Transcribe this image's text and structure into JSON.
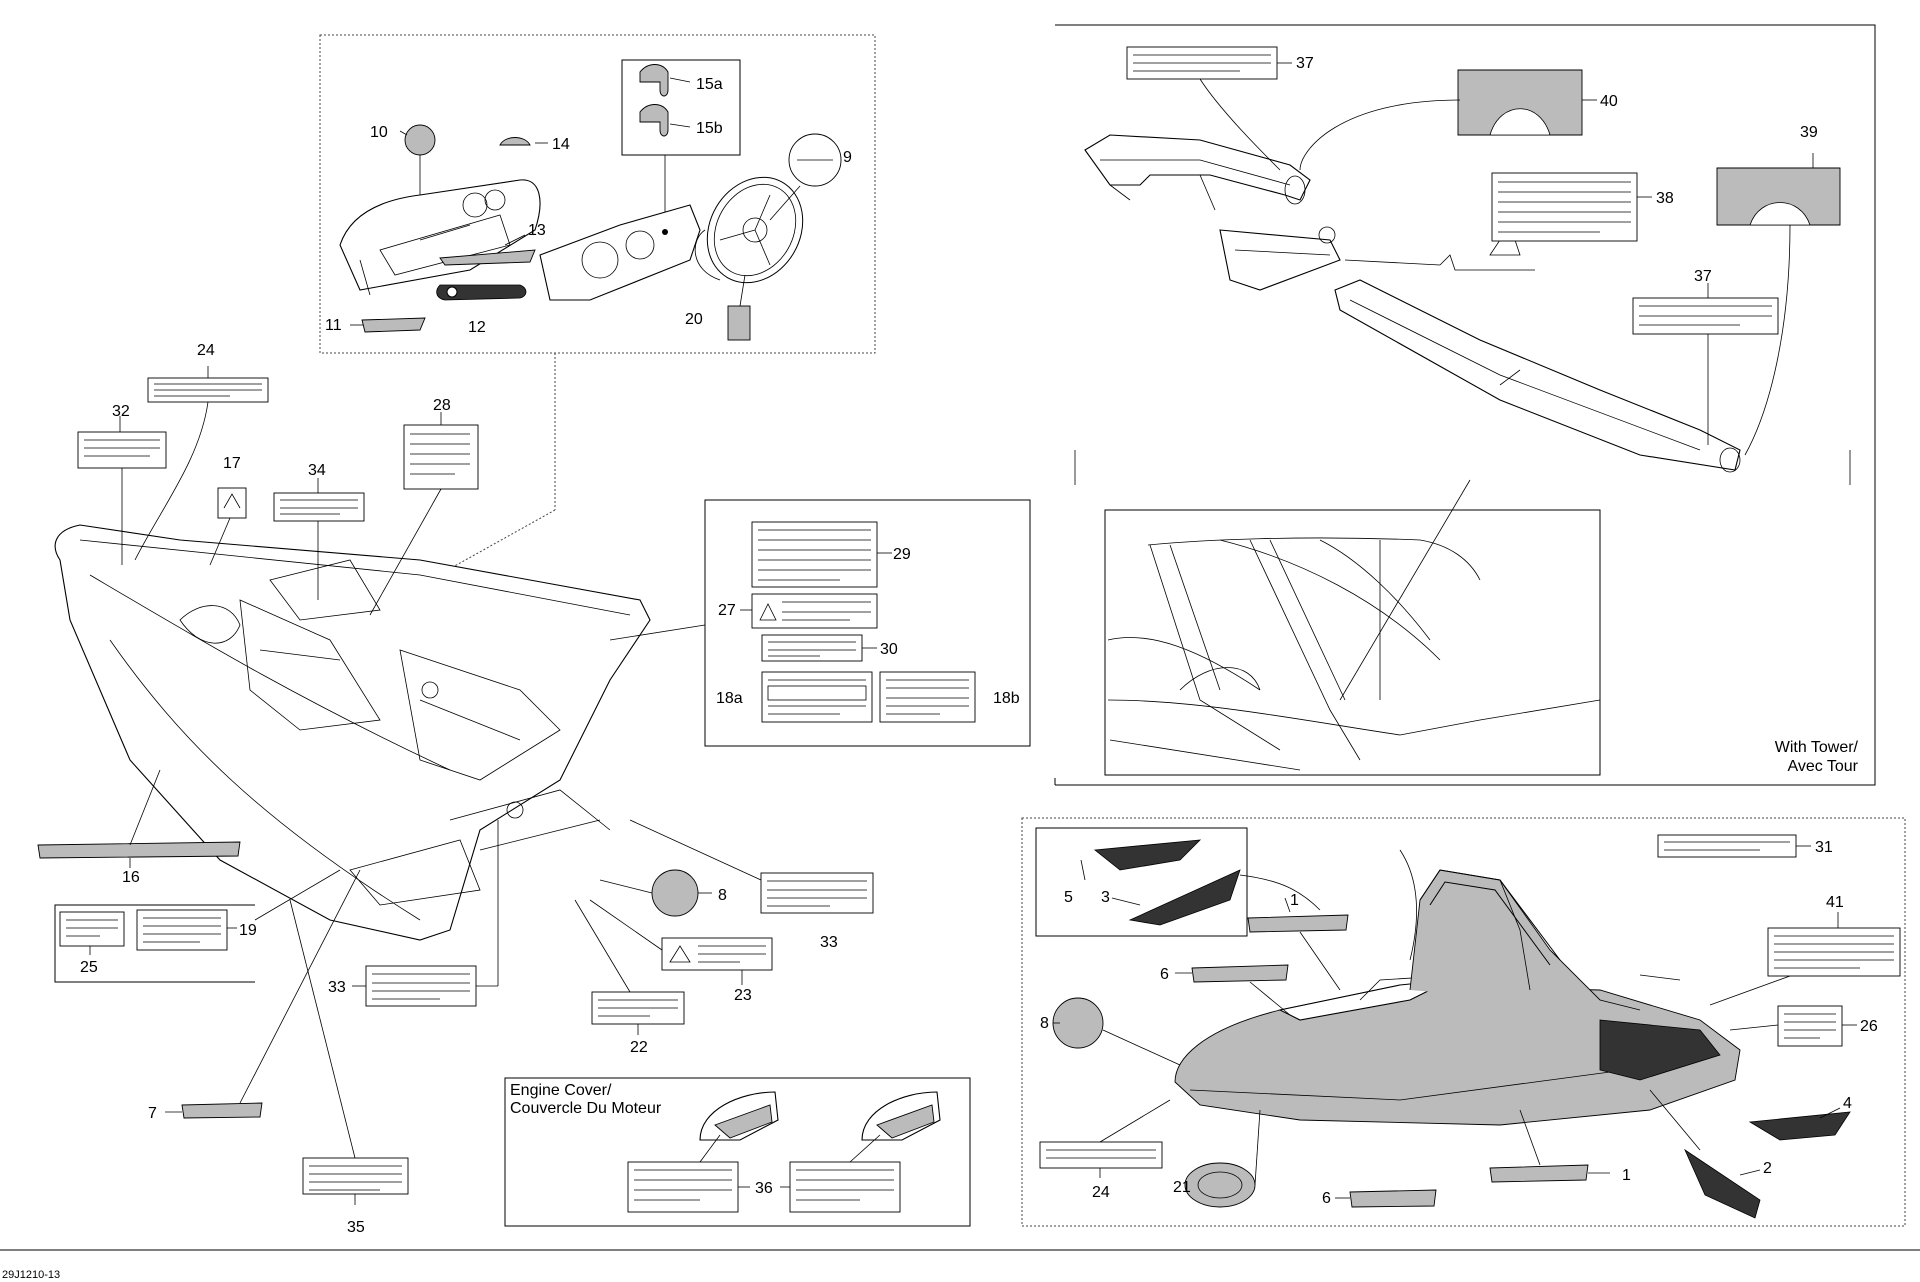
{
  "callouts": [
    "1",
    "2",
    "3",
    "4",
    "5",
    "6",
    "7",
    "8",
    "9",
    "10",
    "11",
    "12",
    "13",
    "14",
    "15a",
    "15b",
    "16",
    "17",
    "18a",
    "18b",
    "19",
    "20",
    "21",
    "22",
    "23",
    "24",
    "25",
    "26",
    "27",
    "28",
    "29",
    "30",
    "31",
    "32",
    "33",
    "34",
    "35",
    "36",
    "37",
    "38",
    "39",
    "40",
    "41"
  ],
  "captions": {
    "engine_cover_1": "Engine Cover/",
    "engine_cover_2": "Couvercle Du Moteur",
    "tower_1": "With Tower/",
    "tower_2": "Avec Tour"
  },
  "drawing_ref": "29J1210-13"
}
